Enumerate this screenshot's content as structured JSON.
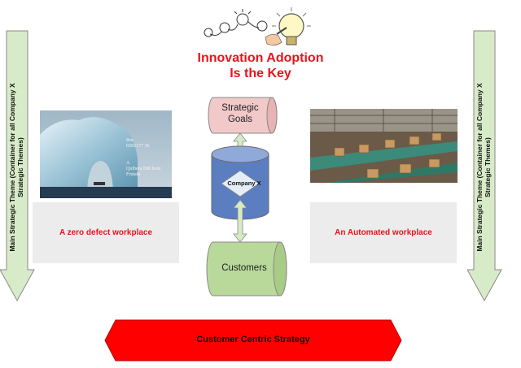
{
  "title": {
    "line1": "Innovation Adoption",
    "line2": "Is the Key"
  },
  "side_arrow": {
    "text_line1": "Main Strategic Theme (Container for all Company X",
    "text_line2": "Strategic Themes)"
  },
  "nodes": {
    "strategic_goals": {
      "line1": "Strategic",
      "line2": "Goals"
    },
    "company": "Company X",
    "customers": "Customers"
  },
  "left_panel": {
    "label": "A zero defect workplace",
    "photo_text": [
      "Rm",
      "6565177 36",
      "",
      "A",
      "Quibera IMI hout",
      "Frutafe"
    ]
  },
  "right_panel": {
    "label": "An Automated workplace"
  },
  "banner": {
    "label": "Customer Centric Strategy"
  },
  "colors": {
    "accent_red": "#e8141b",
    "goals_fill": "#f2c9c9",
    "company_fill": "#5b7ec1",
    "customers_fill": "#b9d99a",
    "connector_fill": "#d6ebc4",
    "side_arrow_fill": "#d8ebc8"
  },
  "icons": [
    "lightbulb-progression-icon",
    "hand-with-pen-icon"
  ]
}
